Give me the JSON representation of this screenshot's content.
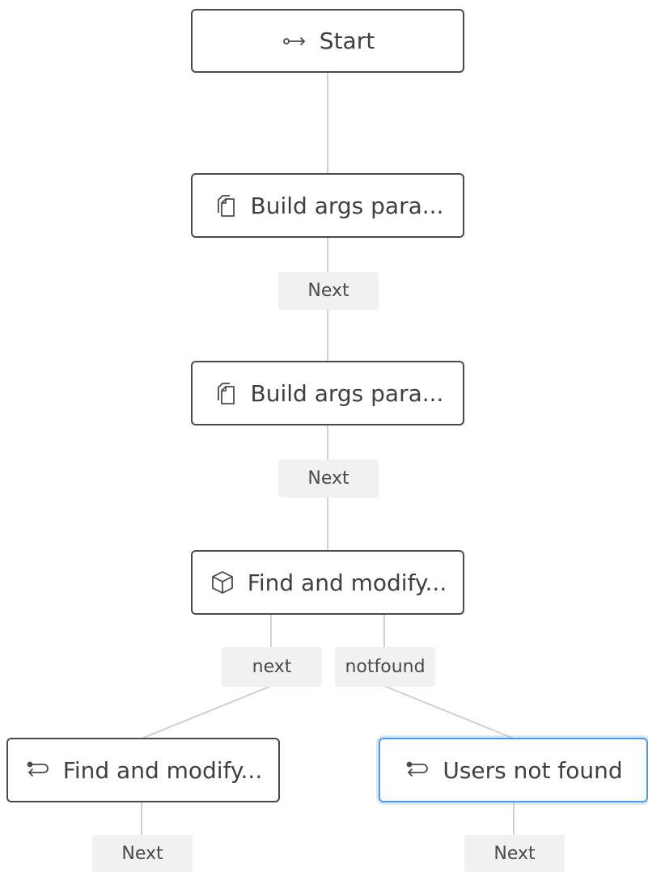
{
  "flow": {
    "nodes": {
      "start": {
        "label": "Start",
        "icon": "arrow-connector-icon"
      },
      "build_args_1": {
        "label": "Build args para...",
        "icon": "copy-document-icon"
      },
      "build_args_2": {
        "label": "Build args para...",
        "icon": "copy-document-icon"
      },
      "find_modify_main": {
        "label": "Find and modify...",
        "icon": "cube-icon"
      },
      "find_modify_return": {
        "label": "Find and modify...",
        "icon": "return-arrow-icon"
      },
      "users_not_found": {
        "label": "Users not found",
        "icon": "return-arrow-icon",
        "selected": true
      }
    },
    "edge_labels": {
      "build1_next": "Next",
      "build2_next": "Next",
      "find_next": "next",
      "find_notfound": "notfound",
      "left_next": "Next",
      "right_next": "Next"
    }
  },
  "colors": {
    "node_border": "#4a4a4a",
    "selected_border": "#4d9bf0",
    "edge_line": "#d0d0d0",
    "label_background": "#f1f1f1",
    "text": "#3f3f3f"
  }
}
